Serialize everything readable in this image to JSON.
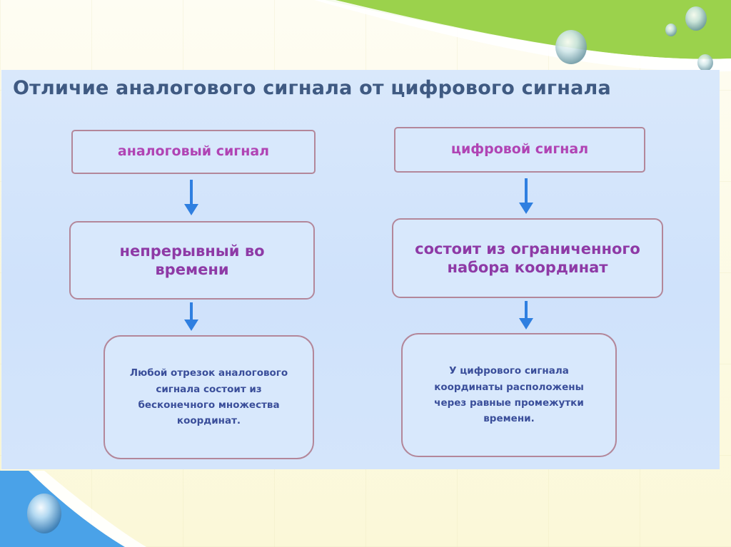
{
  "slide": {
    "title": "Отличие аналогового сигнала от цифрового сигнала"
  },
  "left": {
    "header": "аналоговый сигнал",
    "middle": "непрерывный во времени",
    "bottom": "Любой отрезок аналогового сигнала состоит из бесконечного множества координат."
  },
  "right": {
    "header": "цифровой сигнал",
    "middle": "состоит из ограниченного набора координат",
    "bottom": "У цифрового сигнала координаты расположены через равные промежутки времени."
  },
  "colors": {
    "panel": "#d4e5fb",
    "title": "#3f5a82",
    "header_text": "#b044b4",
    "middle_text": "#8e3aa6",
    "bottom_text": "#3a4e9a",
    "box_border": "#b3879a",
    "arrow": "#2f7fe0",
    "green_band": "#9bd24c",
    "blue_corner": "#4aa2e8"
  }
}
